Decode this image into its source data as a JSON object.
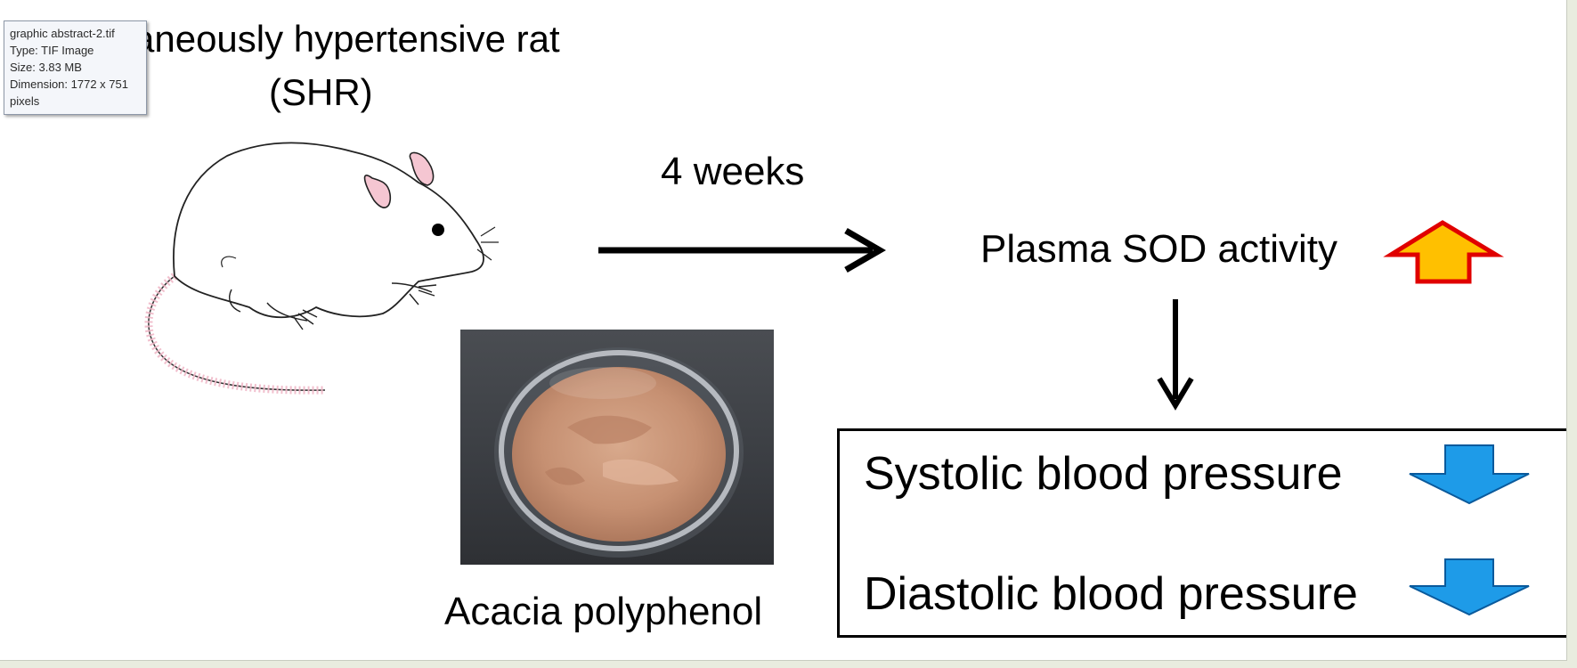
{
  "figure": {
    "title_line1": "aneously hypertensive rat",
    "title_line2": "(SHR)",
    "duration_label": "4 weeks",
    "treatment_label": "Acacia polyphenol",
    "effect_label": "Plasma SOD activity",
    "outcomes": [
      {
        "label": "Systolic blood pressure",
        "direction": "down"
      },
      {
        "label": "Diastolic blood pressure",
        "direction": "down"
      }
    ],
    "effect_direction": "up",
    "colors": {
      "up_arrow_fill": "#ffc000",
      "up_arrow_border": "#e00000",
      "down_arrow_fill": "#1e9be8",
      "down_arrow_border": "#0a5a9c",
      "rat_tail": "#f0b8c8"
    }
  },
  "tooltip": {
    "filename": "graphic abstract-2.tif",
    "type": "Type: TIF Image",
    "size": "Size: 3.83 MB",
    "dimension": "Dimension: 1772 x 751",
    "dimension_unit": "pixels"
  }
}
